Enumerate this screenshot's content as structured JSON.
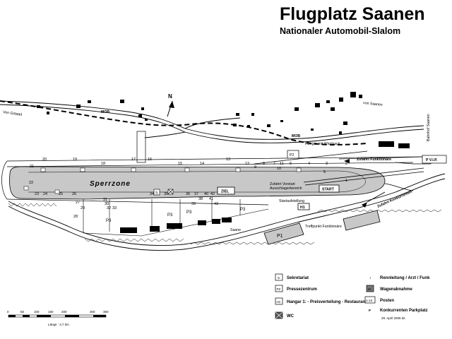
{
  "title": "Flugplatz Saanen",
  "subtitle": "Nationaler Automobil-Slalom",
  "north": "N",
  "place_labels": {
    "gstaad": "Von Gstaad",
    "saanen_top": "von Saanen",
    "mob_left": "MOB",
    "mob_right": "MOB",
    "bahnhof": "Bahnhof Saanen",
    "hangar_windsack": "Hangar mit Windsack",
    "zufahrt_funktionaere": "Zufahrt Funktionäre",
    "zufahrt_konkurrenten": "Zufahrt Konkurrenten",
    "pvip": "P V.I.P.",
    "sperrzone": "Sperrzone",
    "ziel": "ZIEL",
    "start": "START",
    "zufahrt_vorstart": "Zufahrt Vorstart",
    "ausschlag": "Ausschlagerbereich",
    "startaufstellung": "Startaufstellung",
    "treffpunkt": "Treffpunkt Funktionäre",
    "saane": "Saane",
    "p1": "P1",
    "p2": "P2",
    "p3_labels": [
      "P3",
      "P3",
      "P3",
      "P3"
    ],
    "h1": "H1",
    "s": "S",
    "wc_marker": "WC"
  },
  "posts": [
    "1",
    "2",
    "3",
    "4",
    "5",
    "6",
    "7",
    "8",
    "9",
    "10",
    "11",
    "12",
    "13",
    "14",
    "15",
    "16",
    "17",
    "18",
    "19",
    "20",
    "21",
    "22",
    "23",
    "24",
    "25",
    "26",
    "27",
    "28",
    "29",
    "30",
    "31",
    "32",
    "33",
    "34",
    "35",
    "36",
    "37",
    "38",
    "39",
    "40",
    "41",
    "42",
    "43"
  ],
  "legend": {
    "left": [
      {
        "symbol": "S",
        "label": "Sekretariat"
      },
      {
        "symbol": "PZ",
        "label": "Pressezentrum"
      },
      {
        "symbol": "H1",
        "label": "Hangar 1: - Preisverteilung\n- Restaurant"
      },
      {
        "symbol": "",
        "label": "WC"
      }
    ],
    "right": [
      {
        "symbol": "+",
        "label": "Rennleitung / Arzt / Funk"
      },
      {
        "symbol": "W",
        "label": "Wagenabnahme"
      },
      {
        "symbol": "1-13",
        "label": "Posten"
      },
      {
        "symbol": "P",
        "label": "Konkurrenten Parkplatz"
      }
    ],
    "date": "29. April 2006 ds"
  },
  "scale": {
    "ticks": [
      "0",
      "50",
      "100",
      "150",
      "200",
      "300",
      "350"
    ],
    "length_label": "Länge : 2,7 km"
  },
  "colors": {
    "ink": "#000000",
    "track": "#c8c8c8",
    "ground": "#ffffff"
  }
}
